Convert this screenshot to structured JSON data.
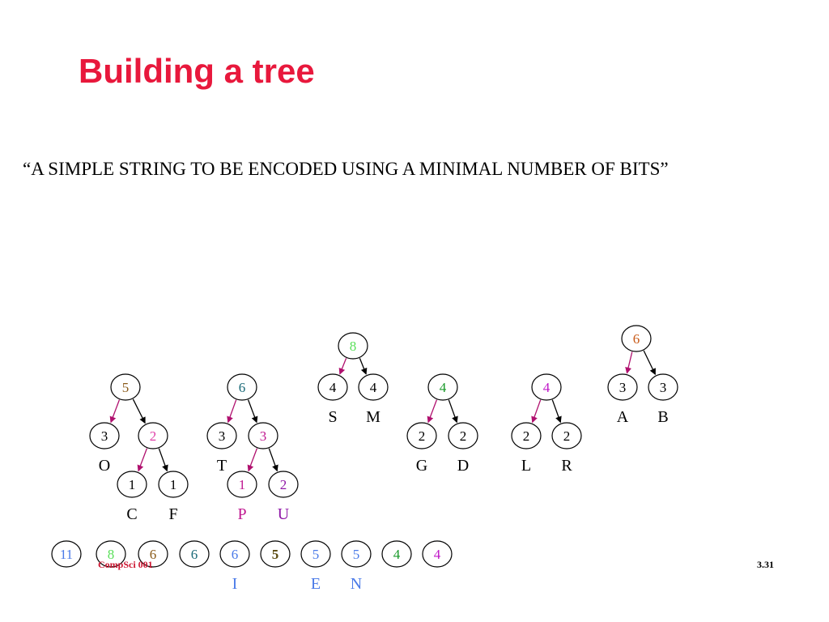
{
  "slide": {
    "title": "Building a tree",
    "subtitle": "“A SIMPLE STRING TO BE ENCODED USING A MINIMAL NUMBER OF BITS”",
    "footer_left": "CompSci 001",
    "page_number": "3.31"
  },
  "colors": {
    "title": "#e8183c",
    "footer": "#cc1530",
    "left_edge": "#b0106e",
    "right_edge": "#000000"
  },
  "trees": [
    {
      "id": "t5",
      "nodes": [
        {
          "id": "r",
          "value": "5",
          "color": "#8a5a18"
        },
        {
          "id": "o",
          "value": "3",
          "color": "#000000",
          "letter": "O",
          "letter_color": "#000000"
        },
        {
          "id": "i",
          "value": "2",
          "color": "#e040a8"
        },
        {
          "id": "c",
          "value": "1",
          "color": "#000000",
          "letter": "C",
          "letter_color": "#000000"
        },
        {
          "id": "f",
          "value": "1",
          "color": "#000000",
          "letter": "F",
          "letter_color": "#000000"
        }
      ],
      "edges": [
        [
          "r",
          "o",
          "left"
        ],
        [
          "r",
          "i",
          "right"
        ],
        [
          "i",
          "c",
          "left"
        ],
        [
          "i",
          "f",
          "right"
        ]
      ]
    },
    {
      "id": "t6a",
      "nodes": [
        {
          "id": "r",
          "value": "6",
          "color": "#1a6a78"
        },
        {
          "id": "t",
          "value": "3",
          "color": "#000000",
          "letter": "T",
          "letter_color": "#000000"
        },
        {
          "id": "i",
          "value": "3",
          "color": "#c01890"
        },
        {
          "id": "p",
          "value": "1",
          "color": "#c01890",
          "letter": "P",
          "letter_color": "#c01890"
        },
        {
          "id": "u",
          "value": "2",
          "color": "#9018a8",
          "letter": "U",
          "letter_color": "#9018a8"
        }
      ],
      "edges": [
        [
          "r",
          "t",
          "left"
        ],
        [
          "r",
          "i",
          "right"
        ],
        [
          "i",
          "p",
          "left"
        ],
        [
          "i",
          "u",
          "right"
        ]
      ]
    },
    {
      "id": "t8",
      "nodes": [
        {
          "id": "r",
          "value": "8",
          "color": "#5ae05a"
        },
        {
          "id": "s",
          "value": "4",
          "color": "#000000",
          "letter": "S",
          "letter_color": "#000000"
        },
        {
          "id": "m",
          "value": "4",
          "color": "#000000",
          "letter": "M",
          "letter_color": "#000000"
        }
      ],
      "edges": [
        [
          "r",
          "s",
          "left"
        ],
        [
          "r",
          "m",
          "right"
        ]
      ]
    },
    {
      "id": "t4a",
      "nodes": [
        {
          "id": "r",
          "value": "4",
          "color": "#1a9a2a"
        },
        {
          "id": "g",
          "value": "2",
          "color": "#000000",
          "letter": "G",
          "letter_color": "#000000"
        },
        {
          "id": "d",
          "value": "2",
          "color": "#000000",
          "letter": "D",
          "letter_color": "#000000"
        }
      ],
      "edges": [
        [
          "r",
          "g",
          "left"
        ],
        [
          "r",
          "d",
          "right"
        ]
      ]
    },
    {
      "id": "t4b",
      "nodes": [
        {
          "id": "r",
          "value": "4",
          "color": "#c018c8"
        },
        {
          "id": "l",
          "value": "2",
          "color": "#000000",
          "letter": "L",
          "letter_color": "#000000"
        },
        {
          "id": "rr",
          "value": "2",
          "color": "#000000",
          "letter": "R",
          "letter_color": "#000000"
        }
      ],
      "edges": [
        [
          "r",
          "l",
          "left"
        ],
        [
          "r",
          "rr",
          "right"
        ]
      ]
    },
    {
      "id": "t6b",
      "nodes": [
        {
          "id": "r",
          "value": "6",
          "color": "#c85a18"
        },
        {
          "id": "a",
          "value": "3",
          "color": "#000000",
          "letter": "A",
          "letter_color": "#000000"
        },
        {
          "id": "b",
          "value": "3",
          "color": "#000000",
          "letter": "B",
          "letter_color": "#000000"
        }
      ],
      "edges": [
        [
          "r",
          "a",
          "left"
        ],
        [
          "r",
          "b",
          "right"
        ]
      ]
    }
  ],
  "queue": [
    {
      "value": "11",
      "color": "#4a7ae8"
    },
    {
      "value": "8",
      "color": "#5ae05a"
    },
    {
      "value": "6",
      "color": "#8a5a18"
    },
    {
      "value": "6",
      "color": "#1a6a78"
    },
    {
      "value": "6",
      "color": "#4a7ae8",
      "letter": "I",
      "letter_color": "#4a7ae8"
    },
    {
      "value": "5",
      "color": "#5a4a10",
      "bold": true
    },
    {
      "value": "5",
      "color": "#4a7ae8",
      "letter": "E",
      "letter_color": "#4a7ae8"
    },
    {
      "value": "5",
      "color": "#4a7ae8",
      "letter": "N",
      "letter_color": "#4a7ae8"
    },
    {
      "value": "4",
      "color": "#1a9a2a"
    },
    {
      "value": "4",
      "color": "#c018c8"
    }
  ]
}
